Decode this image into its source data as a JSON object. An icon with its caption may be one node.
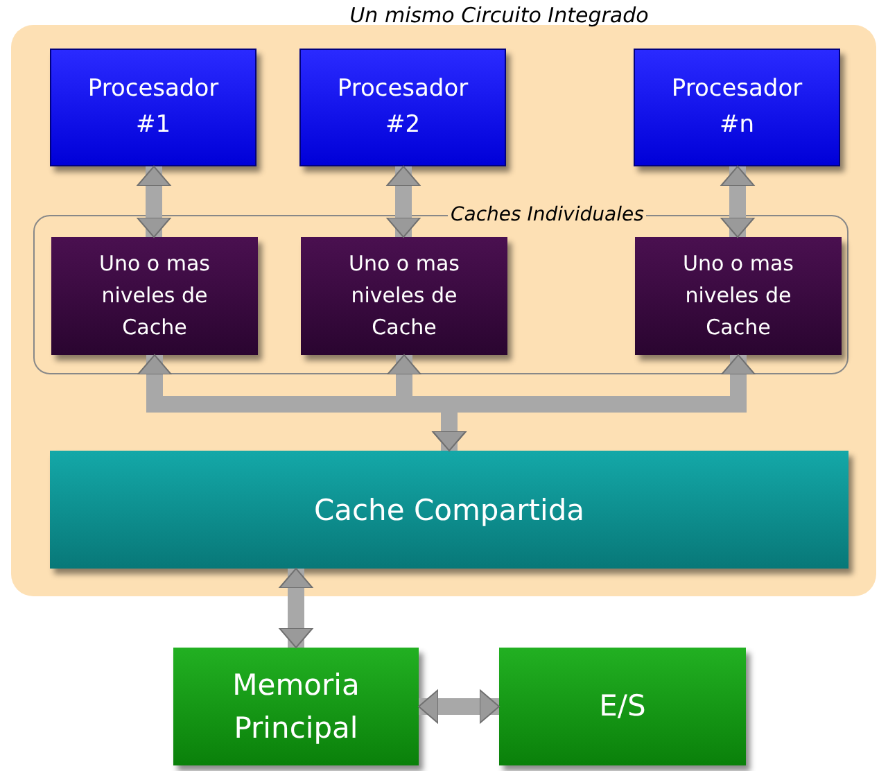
{
  "diagram": {
    "nodes": [
      {
        "text": [
          "Un mismo Circuito Integrado"
        ]
      },
      {
        "text": [
          "Procesador #1"
        ],
        "in": 0
      },
      {
        "text": [
          "Procesador #2"
        ],
        "in": 0
      },
      {
        "text": [
          "Procesador #n"
        ],
        "in": 0
      },
      {
        "text": [
          "Caches Individuales"
        ],
        "in": 0
      },
      {
        "text": [
          "Uno o mas niveles de Cache"
        ],
        "in": 4
      },
      {
        "text": [
          "Uno o mas niveles de Cache"
        ],
        "in": 4
      },
      {
        "text": [
          "Uno o mas niveles de Cache"
        ],
        "in": 4
      },
      {
        "text": [
          "Cache Compartida"
        ],
        "in": 0
      },
      {
        "text": [
          "Memoria Principal"
        ]
      },
      {
        "text": [
          "E/S"
        ]
      }
    ],
    "edges": [
      {
        "from": 1,
        "to": 5,
        "arrow": "both"
      },
      {
        "from": 2,
        "to": 6,
        "arrow": "both"
      },
      {
        "from": 3,
        "to": 7,
        "arrow": "both"
      },
      {
        "from": 5,
        "to": 8,
        "arrow": "both"
      },
      {
        "from": 6,
        "to": 8,
        "arrow": "both"
      },
      {
        "from": 7,
        "to": 8,
        "arrow": "both"
      },
      {
        "from": 8,
        "to": 9,
        "arrow": "both"
      },
      {
        "from": 9,
        "to": 10,
        "arrow": "both"
      }
    ]
  }
}
